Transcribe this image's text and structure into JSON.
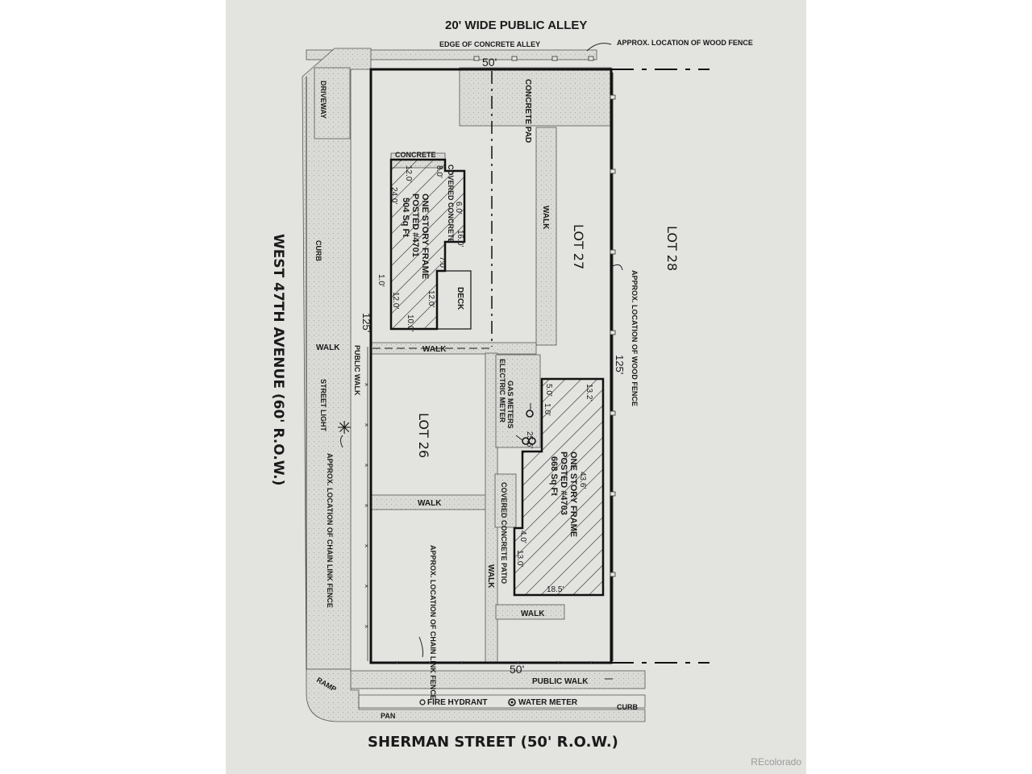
{
  "labels": {
    "alley": "20' WIDE PUBLIC ALLEY",
    "edge_alley": "EDGE OF CONCRETE ALLEY",
    "wood_fence_top": "APPROX. LOCATION OF WOOD FENCE",
    "dim_50_top": "50'",
    "dim_50_bottom": "50'",
    "concrete_pad": "CONCRETE PAD",
    "driveway": "DRIVEWAY",
    "concrete_small": "CONCRETE",
    "covered_concrete": "COVERED CONCRETE",
    "house1_line1": "ONE STORY FRAME",
    "house1_line2": "POSTED #4701",
    "house1_line3": "504 Sq Ft",
    "d_12a": "12.0'",
    "d_8": "8.0'",
    "d_24": "24.0'",
    "d_6": "6.0'",
    "d_16": "16.0'",
    "d_7": "7.0'",
    "d_12b": "12.0'",
    "d_1": "1.0'",
    "d_12c": "12.0'",
    "d_10": "10.0'",
    "deck": "DECK",
    "walk_vertical": "WALK",
    "lot27": "LOT 27",
    "lot28": "LOT 28",
    "wood_fence_right": "APPROX. LOCATION OF WOOD FENCE",
    "curb_left": "CURB",
    "avenue": "WEST 47TH AVENUE (60' R.O.W.)",
    "dim_125_left": "125'",
    "dim_125_right": "125'",
    "walk_left": "WALK",
    "walk_mid": "WALK",
    "public_walk_left": "PUBLIC WALK",
    "electric_meter": "ELECTRIC METER",
    "gas_meters": "GAS METERS",
    "street_light": "STREET LIGHT",
    "lot26": "LOT 26",
    "chain_fence_left": "APPROX. LOCATION OF CHAIN LINK FENCE",
    "house2_line1": "ONE STORY FRAME",
    "house2_line2": "POSTED #4703",
    "house2_line3": "668 Sq Ft",
    "d_5": "5.0'",
    "d_13_2": "13.2'",
    "d_1b": "1.0'",
    "d_25_6": "25.6'",
    "d_43_6": "43.6'",
    "patio": "COVERED CONCRETE PATIO",
    "d_4": "4.0'",
    "d_13": "13.0'",
    "d_18_5": "18.5'",
    "walk_lower": "WALK",
    "chain_fence_mid": "APPROX. LOCATION OF CHAIN LINK FENCE",
    "walk_right_vertical": "WALK",
    "walk_bottom": "WALK",
    "public_walk_bottom": "PUBLIC WALK",
    "ramp": "RAMP",
    "fire_hydrant": "FIRE HYDRANT",
    "water_meter": "WATER METER",
    "curb_bottom": "CURB",
    "pan": "PAN",
    "street": "SHERMAN STREET (50' R.O.W.)"
  },
  "watermark": "REcolorado",
  "colors": {
    "paper": "#e3e3e0",
    "ink": "#1a1a1a",
    "hatch": "#2a2a2a",
    "stipple": "#cfcfcb"
  }
}
